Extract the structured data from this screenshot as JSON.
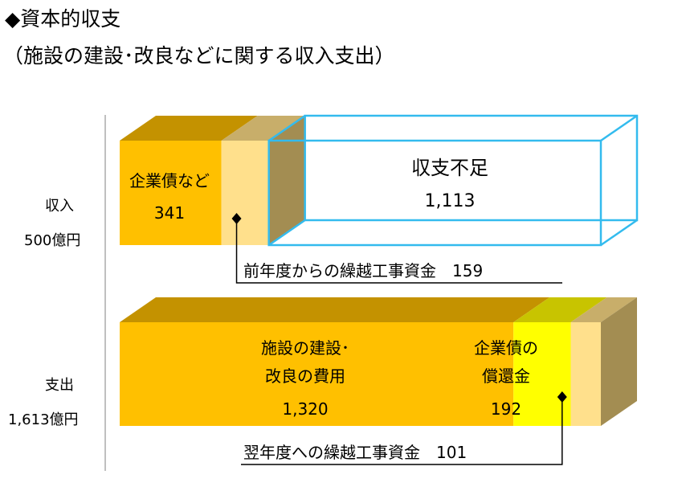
{
  "title": "◆資本的収支",
  "subtitle": "（施設の建設･改良などに関する収入支出）",
  "colors": {
    "orange": "#FFC000",
    "orange_top": "#C49200",
    "light": "#FFE08C",
    "light_top": "#C8AE6A",
    "yellow": "#FFFF00",
    "yellow_top": "#C8C400",
    "side": "#A38D52",
    "cyan": "#33BBEE",
    "axis": "#C0C0C0"
  },
  "chart_data": {
    "type": "bar",
    "orientation": "horizontal-stacked-3d",
    "title": "◆資本的収支",
    "subtitle": "（施設の建設･改良などに関する収入支出）",
    "unit": "億円",
    "categories": [
      {
        "name": "収入",
        "total_label": "500億円"
      },
      {
        "name": "支出",
        "total_label": "1,613億円"
      }
    ],
    "series": [
      {
        "category": "収入",
        "segments": [
          {
            "name": "企業債など",
            "value": 341,
            "value_label": "341",
            "color": "orange"
          },
          {
            "name": "前年度からの繰越工事資金",
            "value": 159,
            "value_label": "159",
            "color": "light"
          },
          {
            "name": "収支不足",
            "value": 1113,
            "value_label": "1,113",
            "color": "outline"
          }
        ]
      },
      {
        "category": "支出",
        "segments": [
          {
            "name": "施設の建設･改良の費用",
            "value": 1320,
            "value_label": "1,320",
            "color": "orange"
          },
          {
            "name": "企業債の償還金",
            "value": 192,
            "value_label": "192",
            "color": "yellow"
          },
          {
            "name": "翌年度への繰越工事資金",
            "value": 101,
            "value_label": "101",
            "color": "light"
          }
        ]
      }
    ],
    "xlim": [
      0,
      1613
    ]
  },
  "labels": {
    "inc_bond_l1": "企業債など",
    "inc_bond_val": "341",
    "shortfall": "収支不足",
    "shortfall_val": "1,113",
    "carry_in": "前年度からの繰越工事資金　159",
    "exp_build_l1": "施設の建設･",
    "exp_build_l2": "改良の費用",
    "exp_build_val": "1,320",
    "exp_bond_l1": "企業債の",
    "exp_bond_l2": "償還金",
    "exp_bond_val": "192",
    "carry_out": "翌年度への繰越工事資金　101",
    "income": "収入",
    "income_total": "500億円",
    "expense": "支出",
    "expense_total": "1,613億円"
  }
}
